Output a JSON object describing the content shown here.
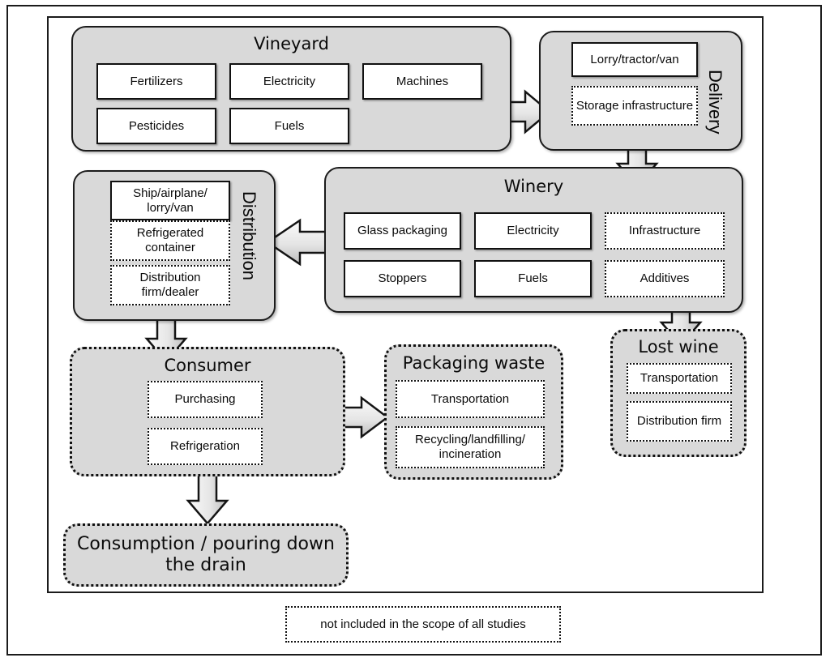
{
  "diagram": {
    "title_hidden": "Wine life cycle system boundary diagram",
    "legend": {
      "label": "not included in the scope of all studies"
    },
    "groups": {
      "vineyard": {
        "title": "Vineyard",
        "items": [
          {
            "label": "Fertilizers",
            "style": "solid"
          },
          {
            "label": "Electricity",
            "style": "solid"
          },
          {
            "label": "Machines",
            "style": "solid"
          },
          {
            "label": "Pesticides",
            "style": "solid"
          },
          {
            "label": "Fuels",
            "style": "solid"
          }
        ]
      },
      "delivery": {
        "title": "Delivery",
        "items": [
          {
            "label": "Lorry/tractor/van",
            "style": "solid"
          },
          {
            "label": "Storage infrastructure",
            "style": "dotted"
          }
        ]
      },
      "winery": {
        "title": "Winery",
        "items": [
          {
            "label": "Glass packaging",
            "style": "solid"
          },
          {
            "label": "Electricity",
            "style": "solid"
          },
          {
            "label": "Infrastructure",
            "style": "dotted"
          },
          {
            "label": "Stoppers",
            "style": "solid"
          },
          {
            "label": "Fuels",
            "style": "solid"
          },
          {
            "label": "Additives",
            "style": "dotted"
          }
        ]
      },
      "distribution": {
        "title": "Distribution",
        "items": [
          {
            "label": "Ship/airplane/ lorry/van",
            "style": "solid"
          },
          {
            "label": "Refrigerated container",
            "style": "dotted"
          },
          {
            "label": "Distribution firm/dealer",
            "style": "dotted"
          }
        ]
      },
      "consumer": {
        "title": "Consumer",
        "items": [
          {
            "label": "Purchasing",
            "style": "dotted"
          },
          {
            "label": "Refrigeration",
            "style": "dotted"
          }
        ]
      },
      "packaging_waste": {
        "title": "Packaging waste",
        "items": [
          {
            "label": "Transportation",
            "style": "dotted"
          },
          {
            "label": "Recycling/landfilling/ incineration",
            "style": "dotted"
          }
        ]
      },
      "lost_wine": {
        "title": "Lost wine",
        "items": [
          {
            "label": "Transportation",
            "style": "dotted"
          },
          {
            "label": "Distribution firm",
            "style": "dotted"
          }
        ]
      },
      "consumption": {
        "title": "Consumption / pouring down the drain"
      }
    },
    "colors": {
      "group_fill": "#d9d9d9",
      "item_fill": "#ffffff",
      "stroke": "#111111",
      "arrow_fill_light": "#f2f2f2",
      "arrow_fill_dark": "#bfbfbf"
    }
  }
}
